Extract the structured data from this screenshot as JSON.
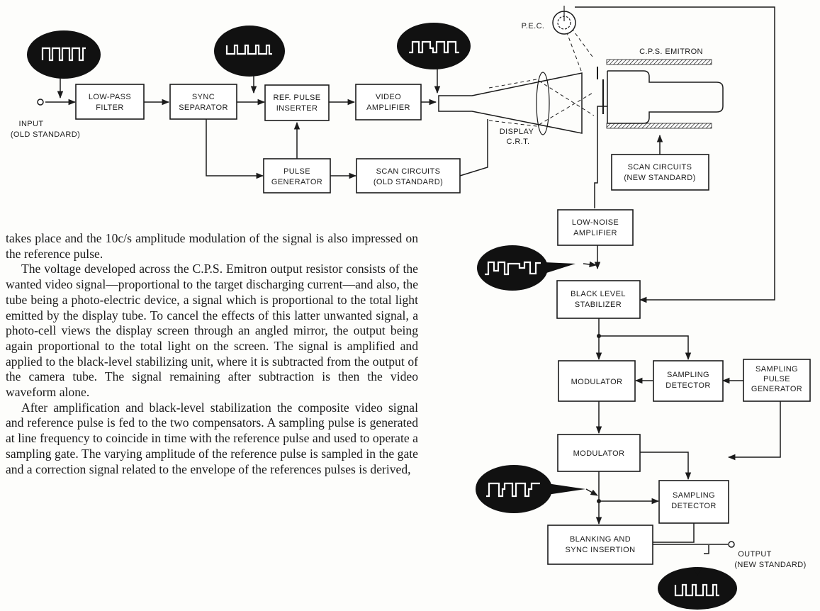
{
  "blocks": {
    "low_pass_filter": [
      "LOW-PASS",
      "FILTER"
    ],
    "sync_separator": [
      "SYNC",
      "SEPARATOR"
    ],
    "ref_pulse_inserter": [
      "REF. PULSE",
      "INSERTER"
    ],
    "video_amplifier": [
      "VIDEO",
      "AMPLIFIER"
    ],
    "pulse_generator": [
      "PULSE",
      "GENERATOR"
    ],
    "scan_circuits_old": [
      "SCAN CIRCUITS",
      "(OLD STANDARD)"
    ],
    "scan_circuits_new": [
      "SCAN CIRCUITS",
      "(NEW STANDARD)"
    ],
    "low_noise_amplifier": [
      "LOW-NOISE",
      "AMPLIFIER"
    ],
    "black_level_stabilizer": [
      "BLACK LEVEL",
      "STABILIZER"
    ],
    "modulator_1": [
      "MODULATOR"
    ],
    "sampling_detector_1": [
      "SAMPLING",
      "DETECTOR"
    ],
    "sampling_pulse_generator": [
      "SAMPLING",
      "PULSE",
      "GENERATOR"
    ],
    "modulator_2": [
      "MODULATOR"
    ],
    "sampling_detector_2": [
      "SAMPLING",
      "DETECTOR"
    ],
    "blanking_sync": [
      "BLANKING AND",
      "SYNC INSERTION"
    ]
  },
  "labels": {
    "input": [
      "INPUT",
      "(OLD STANDARD)"
    ],
    "output": [
      "OUTPUT",
      "(NEW STANDARD)"
    ],
    "display_crt": [
      "DISPLAY",
      "C.R.T."
    ],
    "pec": "P.E.C.",
    "cps_emitron": "C.P.S. EMITRON"
  },
  "article": {
    "paragraphs": [
      "takes place and the 10c/s amplitude modulation of the signal is also impressed on the reference pulse.",
      "The voltage developed across the C.P.S. Emitron output resistor consists of the wanted video signal—proportional to the target discharging current—and also, the tube being a photo-electric device, a signal which is proportional to the total light emitted by the display tube. To cancel the effects of this latter unwanted signal, a photo-cell views the display screen through an angled mirror, the output being again proportional to the total light on the screen. The signal is amplified and applied to the black-level stabilizing unit, where it is subtracted from the output of the camera tube. The signal remaining after subtraction is then the video waveform alone.",
      "After amplification and black-level stabilization the composite video signal and reference pulse is fed to the two compensators. A sampling pulse is generated at line frequency to coincide in time with the reference pulse and used to operate a sampling gate. The varying amplitude of the reference pulse is sampled in the gate and a correction signal related to the envelope of the references pulses is derived,"
    ]
  },
  "colors": {
    "ink": "#1b1b1b",
    "paper": "#fdfdfb"
  }
}
